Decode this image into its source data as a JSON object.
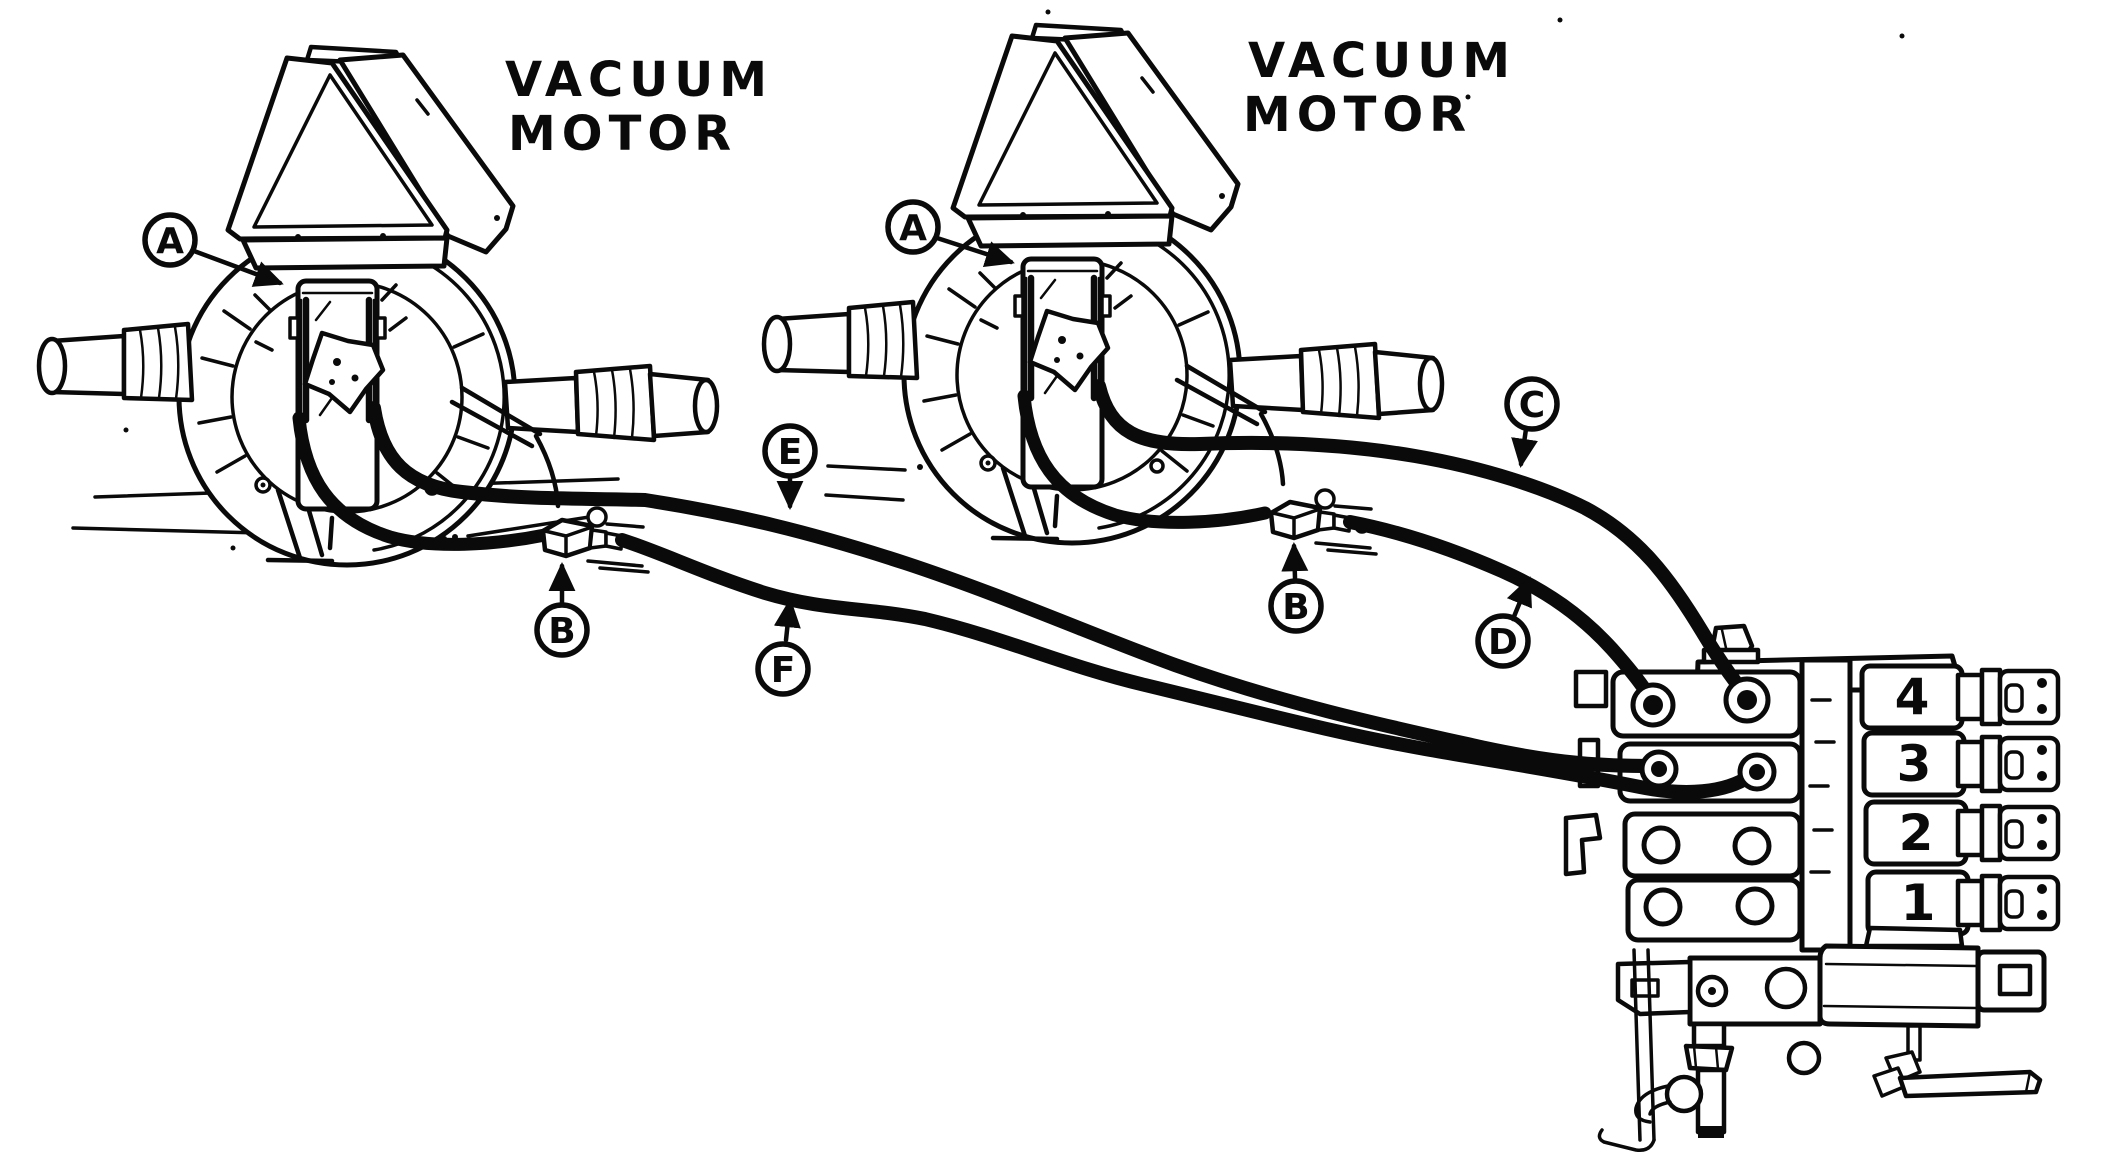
{
  "labels": {
    "motor_left": {
      "line1": "VACUUM",
      "line2": "MOTOR"
    },
    "motor_right": {
      "line1": "VACUUM",
      "line2": "MOTOR"
    }
  },
  "callouts": [
    {
      "id": "a-left",
      "letter": "A"
    },
    {
      "id": "a-right",
      "letter": "A"
    },
    {
      "id": "b-left",
      "letter": "B"
    },
    {
      "id": "b-right",
      "letter": "B"
    },
    {
      "id": "c",
      "letter": "C"
    },
    {
      "id": "d",
      "letter": "D"
    },
    {
      "id": "e",
      "letter": "E"
    },
    {
      "id": "f",
      "letter": "F"
    }
  ],
  "valve_block": {
    "port_labels": [
      "4",
      "3",
      "2",
      "1"
    ]
  },
  "colors": {
    "ink": "#0a0a0a",
    "paper": "#ffffff"
  }
}
